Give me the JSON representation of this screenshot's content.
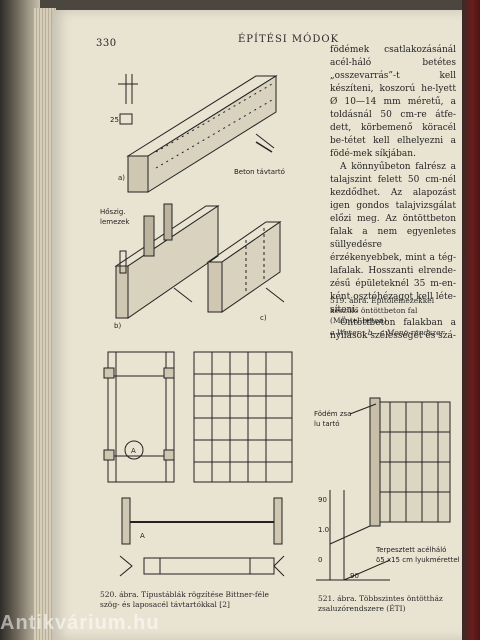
{
  "page": {
    "page_number": "330",
    "running_head": "ÉPÍTÉSI MÓDOK"
  },
  "body_text": {
    "paragraphs": [
      "födémek csatlakozásánál acél-háló betétes „osszevarrás”-t kell készíteni, koszorú he-lyett Ø 10—14 mm méretű, a toldásnál 50 cm-re átfe-dett, körbemenő köracél be-tétet kell elhelyezni a födé-mek síkjában.",
      "A könnyűbeton falrész a talajszint felett 50 cm-nél kezdődhet. Az alapozást igen gondos talajvizsgálat előzi meg. Az öntöttbeton falak a nem egyenletes süllyedésre érzékenyebbek, mint a tég-lafalak. Hosszanti elrende-zésű épületeknél 35 m-en-ként osztóhézagot kell léte-síteni.",
      "Öntöttbeton falakban a nyílások szélességét és szá-"
    ]
  },
  "figures": {
    "fig519": {
      "labels": {
        "a": "a)",
        "b": "b)",
        "c": "c)"
      },
      "beton_label": "Beton távtartó",
      "hoszig_label": "Hőszig.",
      "lemezek_label": "lemezek",
      "dim_label": "25",
      "caption_line1": "519. ábra. Építőlemezekkel",
      "caption_line2": "készülő öntöttbeton fal",
      "caption_line3": "(Mantel-beton)",
      "caption_sub": "a Weser-; b—c Mono-rendszer"
    },
    "fig520": {
      "circle_label": "A",
      "a_label": "A",
      "caption_line1": "520. ábra. Típustáblák rögzítése Bittner-féle",
      "caption_line2": "szög- és laposacél távtartókkal [2]"
    },
    "fig521": {
      "fodem_label_1": "Födém zsa",
      "fodem_label_2": "lu tartó",
      "terpeszt_label_1": "Terpesztett acélháló",
      "terpeszt_label_2": "δ5 x15 cm lyukmérettel",
      "dims": [
        "90",
        "1.0",
        "0",
        "90"
      ],
      "caption_line1": "521. ábra. Többszintes öntöttház",
      "caption_line2": "zsaluzórendszere (ÉTI)"
    }
  },
  "watermark": "Antikvárium.hu"
}
